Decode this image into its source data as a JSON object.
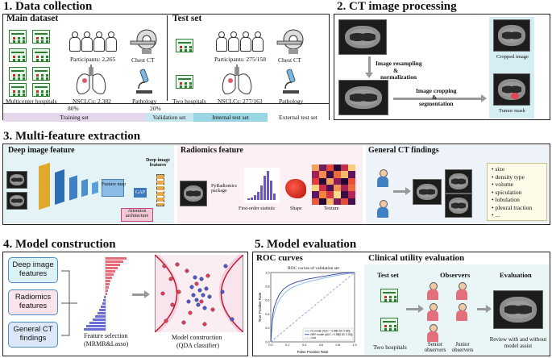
{
  "sections": {
    "s1": "1. Data collection",
    "s2": "2. CT image processing",
    "s3": "3. Multi-feature extraction",
    "s4": "4. Model construction",
    "s5": "5. Model evaluation"
  },
  "data_collection": {
    "main_dataset": "Main dataset",
    "test_set": "Test set",
    "multicenter_hospitals": "Multicenter hospitals",
    "participants_main": "Participants: 2,265",
    "nsclcs_main": "NSCLCs: 2,382",
    "chest_ct": "Chest CT",
    "pathology": "Pathology",
    "two_hospitals": "Two hospitals",
    "participants_test": "Participants: 275/158",
    "nsclcs_test": "NSCLCs: 277/163",
    "chest_ct_test": "Chest CT",
    "pathology_test": "Pathology",
    "pct_80": "80%",
    "pct_20": "20%",
    "training_set": "Training set",
    "validation_set": "Validation set",
    "internal_test_set": "Internal test set",
    "external_test_set": "External test set"
  },
  "ct_processing": {
    "step1": "Image resampling",
    "amp1": "&",
    "step1b": "normalization",
    "step2": "Image cropping",
    "amp2": "&",
    "step2b": "segmentation",
    "cropped": "Cropped image",
    "tumor_mask": "Tumor mask"
  },
  "feature_extraction": {
    "deep_title": "Deep image feature",
    "feature_map": "Feature map",
    "gap": "GAP",
    "deep_features": "Deep image features",
    "attention": "Attention architecture",
    "radiomics_title": "Radiomics feature",
    "pyradiomics": "PyRadiomics package",
    "first_order": "First-order statistic",
    "shape": "Shape",
    "texture": "Texture",
    "general_title": "General CT findings",
    "findings": [
      "size",
      "density type",
      "volume",
      "spiculation",
      "lobulation",
      "pleural traction",
      "..."
    ]
  },
  "model_construction": {
    "deep": "Deep image features",
    "radiomics": "Radiomics features",
    "general": "General CT findings",
    "feature_selection": "Feature selection",
    "mrmr": "(MRMR&Lasso)",
    "model_construction": "Model construction",
    "qda": "(QDA classifier)"
  },
  "model_evaluation": {
    "roc_title": "ROC curves",
    "roc_plot_title": "ROC curves of validation set",
    "clinical_title": "Clinical utility evaluation",
    "test_set": "Test set",
    "observers": "Observers",
    "evaluation": "Evaluation",
    "two_hospitals": "Two hospitals",
    "senior": "Senior observers",
    "junior": "Junior observers",
    "review": "Review with and without model assist"
  },
  "chart_data": {
    "type": "line",
    "title": "ROC curves of validation set",
    "xlabel": "False Positive Rate",
    "ylabel": "True Positive Rate",
    "xlim": [
      0,
      1
    ],
    "ylim": [
      0,
      1
    ],
    "x_ticks": [
      "0.0",
      "0.2",
      "0.4",
      "0.6",
      "0.8",
      "1.0"
    ],
    "y_ticks": [
      "0.0",
      "0.2",
      "0.4",
      "0.6",
      "0.8",
      "1.0"
    ],
    "legend_position": "bottom-right",
    "series": [
      {
        "name": "DL model (AUC = 0.84[0.80, 0.88])",
        "color": "#7fb3e0",
        "x": [
          0,
          0.02,
          0.05,
          0.08,
          0.12,
          0.18,
          0.25,
          0.35,
          0.45,
          0.6,
          0.75,
          0.9,
          1.0
        ],
        "y": [
          0,
          0.3,
          0.45,
          0.55,
          0.64,
          0.72,
          0.78,
          0.83,
          0.87,
          0.91,
          0.95,
          0.98,
          1.0
        ]
      },
      {
        "name": "MRF model (AUC = 0.86[0.83, 0.90])",
        "color": "#2c3e9e",
        "x": [
          0,
          0.02,
          0.04,
          0.07,
          0.1,
          0.15,
          0.22,
          0.3,
          0.42,
          0.55,
          0.7,
          0.85,
          1.0
        ],
        "y": [
          0,
          0.36,
          0.5,
          0.6,
          0.68,
          0.76,
          0.82,
          0.86,
          0.9,
          0.93,
          0.96,
          0.99,
          1.0
        ]
      },
      {
        "name": "Luck",
        "color": "#9a9ae0",
        "dashed": true,
        "x": [
          0,
          1
        ],
        "y": [
          0,
          1
        ]
      }
    ]
  },
  "colors": {
    "panel3_bg": "#eaf6fb",
    "radiomics_bg": "#fdf0f4",
    "general_bg": "#eef3fa",
    "train_bar": "#e6d6ec",
    "val_bar": "#c7e7f0",
    "test_bar": "#9ad6e4",
    "blue_box": "#2f6db3",
    "red_accent": "#e05a6a"
  }
}
